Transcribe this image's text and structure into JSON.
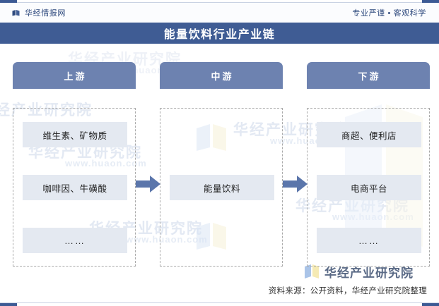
{
  "header": {
    "brand_name": "华经情报网",
    "brand_icon": "book-logo-icon",
    "tagline": "专业严谨 • 客观科学"
  },
  "title": {
    "text": "能量饮料行业产业链"
  },
  "columns": [
    {
      "key": "upstream",
      "header": "上游",
      "items": [
        "维生素、矿物质",
        "咖啡因、牛磺酸",
        "……"
      ]
    },
    {
      "key": "midstream",
      "header": "中游",
      "items": [
        "能量饮料"
      ]
    },
    {
      "key": "downstream",
      "header": "下游",
      "items": [
        "商超、便利店",
        "电商平台",
        "……"
      ]
    }
  ],
  "arrows": {
    "first": "right-arrow-icon",
    "second": "right-arrow-icon"
  },
  "watermarks": {
    "brand": "华经产业研究院",
    "url": "www.huaon.com"
  },
  "footer": {
    "logo_text": "华经产业研究院",
    "logo_icon": "book-logo-icon",
    "source": "资料来源：公开资料，华经产业研究院整理"
  },
  "colors": {
    "title_band": "#3f5c94",
    "column_header": "#6d82b0",
    "chip_bg": "#e4e9f1",
    "arrow": "#5b76ab",
    "accent": "#3c5a94",
    "dashed_border": "#a8a8a8"
  }
}
